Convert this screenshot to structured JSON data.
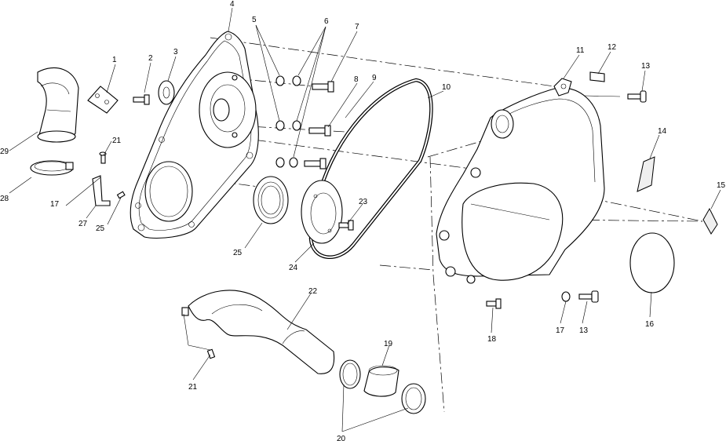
{
  "callouts": {
    "c1": "1",
    "c2": "2",
    "c3": "3",
    "c4": "4",
    "c5": "5",
    "c6": "6",
    "c7": "7",
    "c8": "8",
    "c9": "9",
    "c10": "10",
    "c11": "11",
    "c12": "12",
    "c13a": "13",
    "c13b": "13",
    "c14": "14",
    "c15": "15",
    "c16": "16",
    "c17a": "17",
    "c17b": "17",
    "c18": "18",
    "c19": "19",
    "c20": "20",
    "c21a": "21",
    "c21b": "21",
    "c22": "22",
    "c23": "23",
    "c24": "24",
    "c25a": "25",
    "c25b": "25",
    "c27": "27",
    "c28": "28",
    "c29": "29"
  }
}
